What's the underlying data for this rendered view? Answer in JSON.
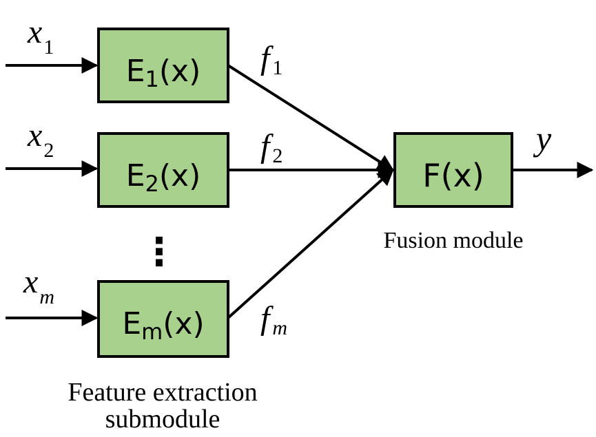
{
  "encoders": [
    {
      "input": "x",
      "input_sub": "1",
      "label_main": "E",
      "label_sub": "1",
      "label_arg": "(x)",
      "feature": "f",
      "feature_sub": "1"
    },
    {
      "input": "x",
      "input_sub": "2",
      "label_main": "E",
      "label_sub": "2",
      "label_arg": "(x)",
      "feature": "f",
      "feature_sub": "2"
    },
    {
      "input": "x",
      "input_sub": "m",
      "label_main": "E",
      "label_sub": "m",
      "label_arg": "(x)",
      "feature": "f",
      "feature_sub": "m"
    }
  ],
  "ellipsis": "⋮",
  "fusion": {
    "label": "F(x)",
    "output": "y"
  },
  "captions": {
    "fusion": "Fusion module",
    "extraction_line1": "Feature extraction",
    "extraction_line2": "submodule"
  },
  "colors": {
    "box_fill": "#a9d18e",
    "stroke": "#000000"
  }
}
